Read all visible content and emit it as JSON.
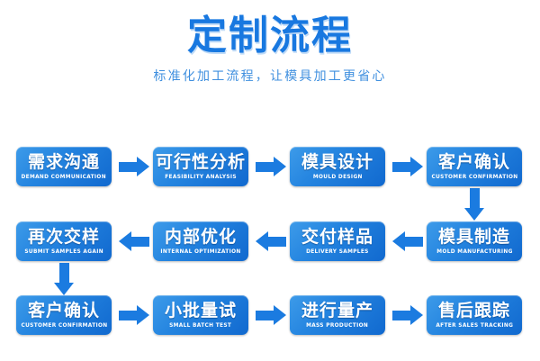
{
  "header": {
    "title": "定制流程",
    "subtitle": "标准化加工流程，让模具加工更省心",
    "title_color": "#1878E0",
    "subtitle_color": "#3F8FDF"
  },
  "theme": {
    "box_gradient_from": "#3D9BE9",
    "box_gradient_to": "#1169CF",
    "arrow_color": "#1B7BE0",
    "background": "#FFFFFF"
  },
  "flow": {
    "rows": [
      {
        "direction": "left-to-right",
        "steps": [
          {
            "cn": "需求沟通",
            "en": "DEMAND COMMUNICATION"
          },
          {
            "cn": "可行性分析",
            "en": "FEASIBILITY ANALYSIS"
          },
          {
            "cn": "模具设计",
            "en": "MOULD DESIGN"
          },
          {
            "cn": "客户确认",
            "en": "CUSTOMER CONFIRMATION"
          }
        ]
      },
      {
        "direction": "right-to-left",
        "steps": [
          {
            "cn": "再次交样",
            "en": "SUBMIT SAMPLES AGAIN"
          },
          {
            "cn": "内部优化",
            "en": "INTERNAL OPTIMIZATION"
          },
          {
            "cn": "交付样品",
            "en": "DELIVERY SAMPLES"
          },
          {
            "cn": "模具制造",
            "en": "MOLD MANUFACTURING"
          }
        ]
      },
      {
        "direction": "left-to-right",
        "steps": [
          {
            "cn": "客户确认",
            "en": "CUSTOMER CONFIRMATION"
          },
          {
            "cn": "小批量试",
            "en": "SMALL BATCH TEST"
          },
          {
            "cn": "进行量产",
            "en": "MASS PRODUCTION"
          },
          {
            "cn": "售后跟踪",
            "en": "AFTER SALES TRACKING"
          }
        ]
      }
    ],
    "connectors": {
      "row1_to_row2": "arrow-down-right",
      "row2_to_row3": "arrow-down-left"
    }
  }
}
